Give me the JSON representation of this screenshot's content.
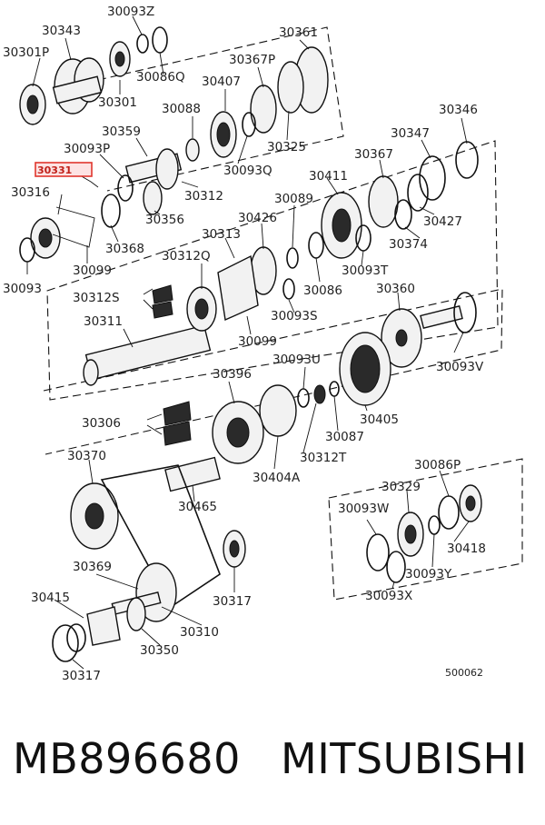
{
  "diagram": {
    "drawing_number": "500062",
    "highlighted_part": "30331",
    "labels": {
      "l30093Z": "30093Z",
      "l30343": "30343",
      "l30301P": "30301P",
      "l30086Q": "30086Q",
      "l30301": "30301",
      "l30361": "30361",
      "l30367P": "30367P",
      "l30407": "30407",
      "l30088": "30088",
      "l30325": "30325",
      "l30093Q": "30093Q",
      "l30359": "30359",
      "l30093P": "30093P",
      "l30331": "30331",
      "l30316": "30316",
      "l30312": "30312",
      "l30356": "30356",
      "l30368": "30368",
      "l30099a": "30099",
      "l30093": "30093",
      "l30346": "30346",
      "l30347": "30347",
      "l30367": "30367",
      "l30411": "30411",
      "l30089": "30089",
      "l30427": "30427",
      "l30374": "30374",
      "l30093T": "30093T",
      "l30426": "30426",
      "l30313": "30313",
      "l30312Q": "30312Q",
      "l30086": "30086",
      "l30093S": "30093S",
      "l30312S": "30312S",
      "l30311": "30311",
      "l30099b": "30099",
      "l30360": "30360",
      "l30093V": "30093V",
      "l30093U": "30093U",
      "l30396": "30396",
      "l30405": "30405",
      "l30087": "30087",
      "l30306": "30306",
      "l30312T": "30312T",
      "l30404A": "30404A",
      "l30370": "30370",
      "l30465": "30465",
      "l30086P": "30086P",
      "l30329": "30329",
      "l30093W": "30093W",
      "l30418": "30418",
      "l30093Y": "30093Y",
      "l30093X": "30093X",
      "l30369": "30369",
      "l30317a": "30317",
      "l30415": "30415",
      "l30310": "30310",
      "l30350": "30350",
      "l30317b": "30317"
    }
  },
  "footer": {
    "part_number": "MB896680",
    "brand": "MITSUBISHI"
  }
}
